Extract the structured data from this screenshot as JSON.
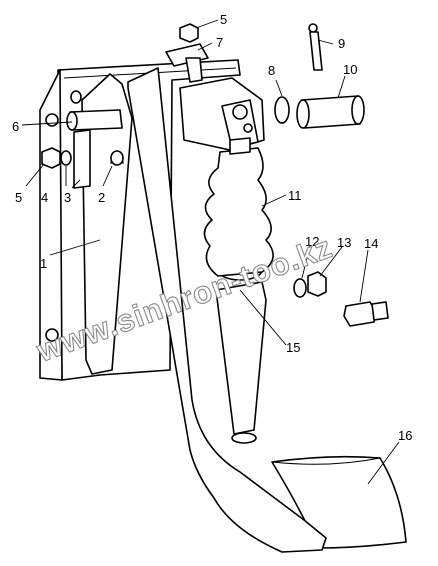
{
  "diagram": {
    "callouts": [
      {
        "id": "c1",
        "text": "1"
      },
      {
        "id": "c2",
        "text": "2"
      },
      {
        "id": "c3",
        "text": "3"
      },
      {
        "id": "c4",
        "text": "4"
      },
      {
        "id": "c5a",
        "text": "5"
      },
      {
        "id": "c5b",
        "text": "5"
      },
      {
        "id": "c6",
        "text": "6"
      },
      {
        "id": "c7",
        "text": "7"
      },
      {
        "id": "c8",
        "text": "8"
      },
      {
        "id": "c9",
        "text": "9"
      },
      {
        "id": "c10",
        "text": "10"
      },
      {
        "id": "c11",
        "text": "11"
      },
      {
        "id": "c12",
        "text": "12"
      },
      {
        "id": "c13",
        "text": "13"
      },
      {
        "id": "c14",
        "text": "14"
      },
      {
        "id": "c15",
        "text": "15"
      },
      {
        "id": "c16",
        "text": "16"
      }
    ],
    "watermark": "www.sinhron-too.kz"
  },
  "colors": {
    "line": "#000000",
    "background": "#ffffff",
    "watermark": "#8a8a8a"
  }
}
